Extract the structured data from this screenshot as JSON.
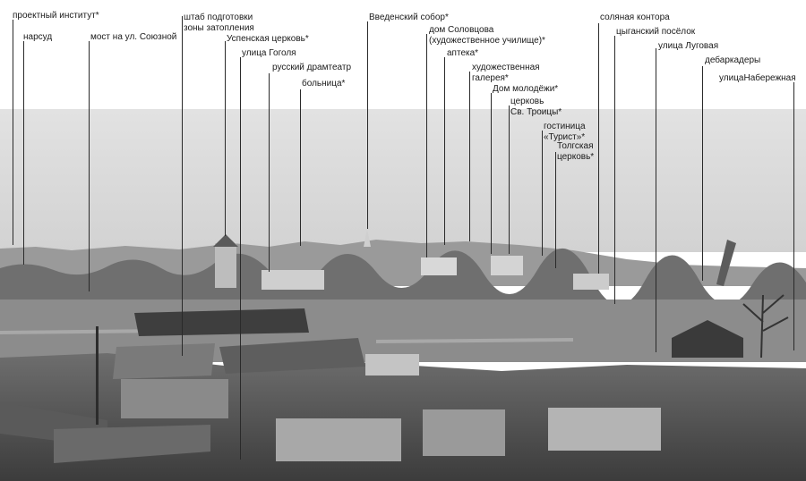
{
  "labels": {
    "proektny_institut": "проектный институт*",
    "narsud": "нарсуд",
    "most_soyuznaya": "мост на ул. Союзной",
    "shtab_line1": "штаб подготовки",
    "shtab_line2": "зоны затопления",
    "uspenskaya": "Успенская церковь*",
    "ulitsa_gogolya": "улица Гоголя",
    "drama_theatre": "русский драмтеатр",
    "hospital": "больница*",
    "vvedensky": "Введенский собор*",
    "solovtsov_line1": "дом Соловцова",
    "solovtsov_line2": "(художественное училище)*",
    "apteka": "аптека*",
    "gallery_line1": "художественная",
    "gallery_line2": "галерея*",
    "dom_molodezhi": "Дом молодёжи*",
    "troitsa_line1": "церковь",
    "troitsa_line2": "Св. Троицы*",
    "turist_line1": "гостиница",
    "turist_line2": "«Турист»*",
    "tolgskaya_line1": "Толгская",
    "tolgskaya_line2": "церковь*",
    "salt_office": "соляная контора",
    "gypsy_village": "цыганский посёлок",
    "lugovaya": "улица Луговая",
    "debarkader": "дебаркадеры",
    "naberezhnaya": "улицаНабережная"
  },
  "colors": {
    "sky": "#d9d9d9",
    "leader_line": "#2a2a2a",
    "label_text": "#1a1a1a"
  }
}
